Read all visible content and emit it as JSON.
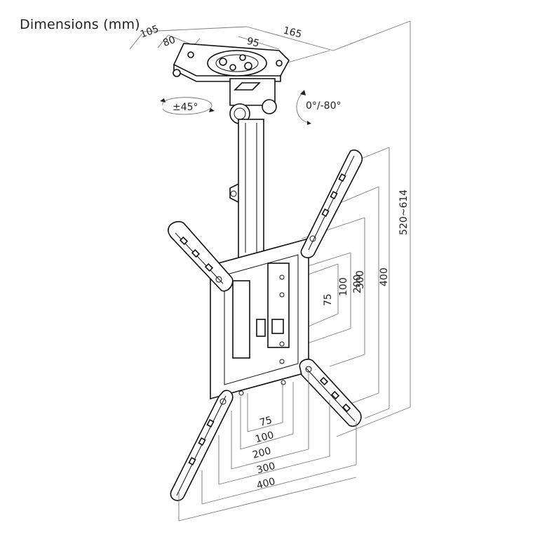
{
  "title": "Dimensions (mm)",
  "rotation": {
    "swivel": "±45°",
    "tilt": "0°/-80°"
  },
  "top_plate": {
    "width": "165",
    "depth": "105",
    "inner_depth": "80",
    "inner_width": "95"
  },
  "height": "520~614",
  "vesa_vertical": [
    "75",
    "100",
    "200",
    "300",
    "400"
  ],
  "vesa_horizontal": [
    "75",
    "100",
    "200",
    "300",
    "400"
  ]
}
